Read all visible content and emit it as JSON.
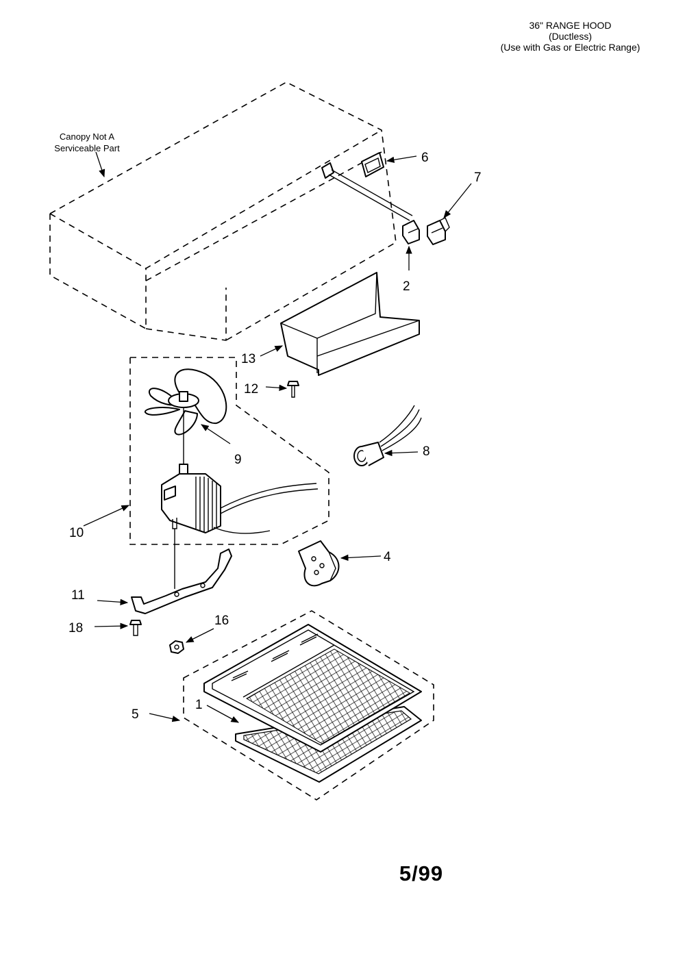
{
  "header": {
    "title": "36\" RANGE HOOD",
    "subtitle": "(Ductless)",
    "note": "(Use with Gas or Electric Range)"
  },
  "canopy_note": {
    "line1": "Canopy Not A",
    "line2": "Serviceable Part"
  },
  "callouts": {
    "c1": "1",
    "c2": "2",
    "c4": "4",
    "c5": "5",
    "c6": "6",
    "c7": "7",
    "c8": "8",
    "c9": "9",
    "c10": "10",
    "c11": "11",
    "c12": "12",
    "c13": "13",
    "c16": "16",
    "c18": "18"
  },
  "footer": {
    "date": "5/99"
  }
}
